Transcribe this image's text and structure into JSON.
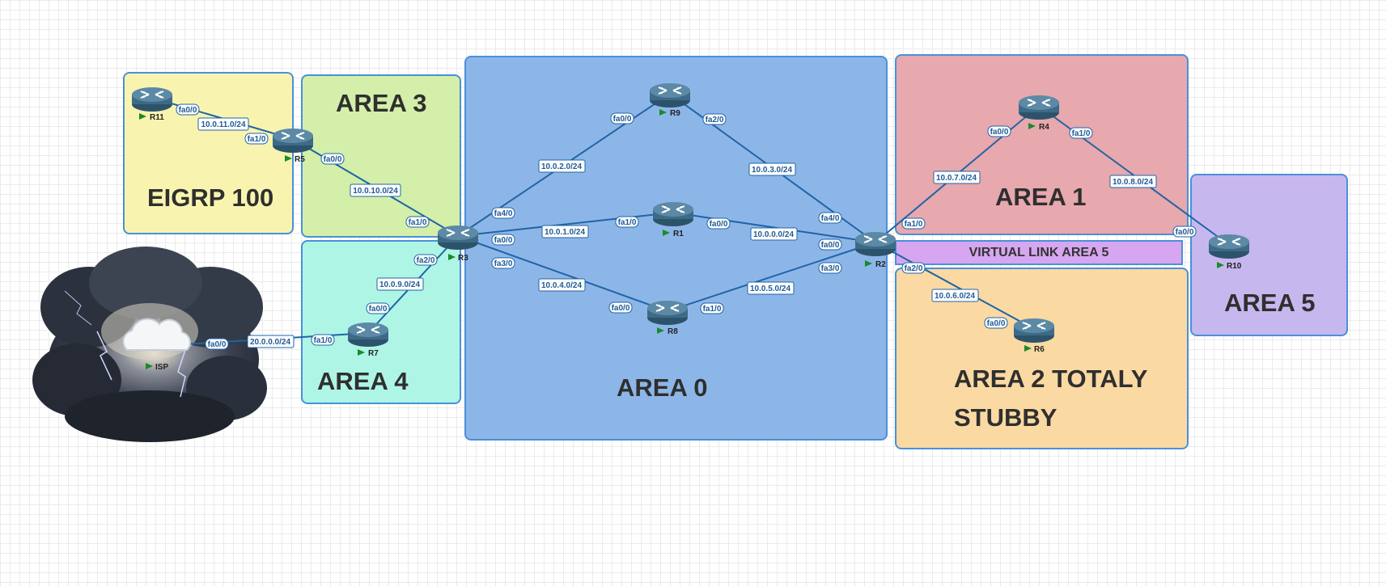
{
  "areas": {
    "eigrp": "EIGRP 100",
    "area3": "AREA 3",
    "area4": "AREA 4",
    "area0": "AREA 0",
    "area1": "AREA 1",
    "area2_line1": "AREA 2 TOTALY",
    "area2_line2": "STUBBY",
    "area5": "AREA 5"
  },
  "virtual_link": "VIRTUAL LINK AREA 5",
  "colors": {
    "eigrp": "#f8f4b0",
    "area3": "#d3efa9",
    "area4": "#aef5e6",
    "area0": "#8db6e8",
    "area1": "#e7a8ae",
    "area2": "#fbd9a3",
    "area5": "#c6b8ee",
    "virtual_link": "#d6a6f0",
    "link": "#1f64a6",
    "router_body": "#3d6a86"
  },
  "nodes": [
    {
      "id": "r11",
      "label": "R11",
      "icon": "router-icon"
    },
    {
      "id": "r5",
      "label": "R5",
      "icon": "router-icon"
    },
    {
      "id": "r3",
      "label": "R3",
      "icon": "router-icon"
    },
    {
      "id": "r7",
      "label": "R7",
      "icon": "router-icon"
    },
    {
      "id": "r9",
      "label": "R9",
      "icon": "router-icon"
    },
    {
      "id": "r1",
      "label": "R1",
      "icon": "router-icon"
    },
    {
      "id": "r8",
      "label": "R8",
      "icon": "router-icon"
    },
    {
      "id": "r2",
      "label": "R2",
      "icon": "router-icon"
    },
    {
      "id": "r4",
      "label": "R4",
      "icon": "router-icon"
    },
    {
      "id": "r6",
      "label": "R6",
      "icon": "router-icon"
    },
    {
      "id": "r10",
      "label": "R10",
      "icon": "router-icon"
    },
    {
      "id": "isp",
      "label": "ISP",
      "icon": "cloud-icon"
    }
  ],
  "networks": [
    "10.0.11.0/24",
    "10.0.10.0/24",
    "10.0.9.0/24",
    "20.0.0.0/24",
    "10.0.2.0/24",
    "10.0.1.0/24",
    "10.0.4.0/24",
    "10.0.3.0/24",
    "10.0.0.0/24",
    "10.0.5.0/24",
    "10.0.7.0/24",
    "10.0.8.0/24",
    "10.0.6.0/24"
  ],
  "ports": [
    "fa0/0",
    "fa1/0",
    "fa0/0",
    "fa1/0",
    "fa2/0",
    "fa0/0",
    "fa1/0",
    "fa0/0",
    "fa4/0",
    "fa0/0",
    "fa3/0",
    "fa0/0",
    "fa2/0",
    "fa1/0",
    "fa0/0",
    "fa0/0",
    "fa1/0",
    "fa4/0",
    "fa0/0",
    "fa3/0",
    "fa1/0",
    "fa0/0",
    "fa1/0",
    "fa0/0",
    "fa2/0",
    "fa0/0"
  ]
}
